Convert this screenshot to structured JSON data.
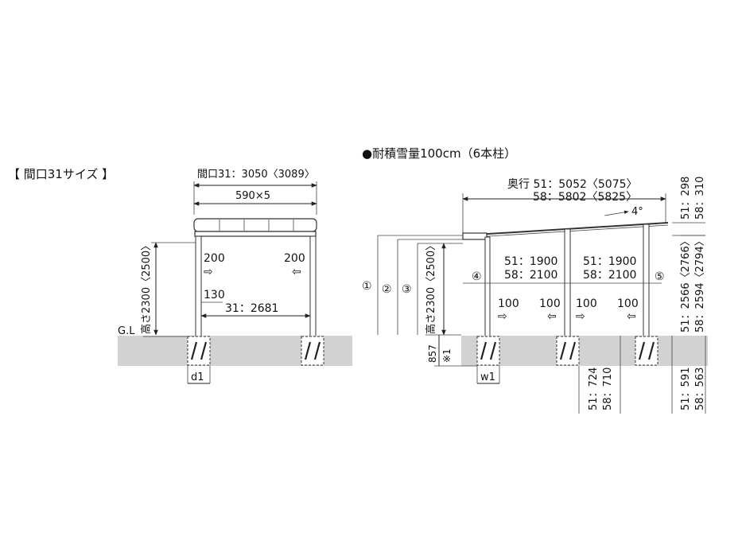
{
  "left": {
    "title": "【 間口31サイズ 】",
    "width_label": "間口31：3050〈3089〉",
    "module_label": "590×5",
    "height_label": "高さ2300〈2500〉",
    "arrow_left_label": "200",
    "arrow_right_label": "200",
    "post_offset_label": "130",
    "inner_width_label": "31：2681",
    "gl_label": "G.L",
    "foundation_label": "d1"
  },
  "right": {
    "title": "●耐積雪量100cm（6本柱）",
    "depth_label_1": "奥行 51：5052〈5075〉",
    "depth_label_2": "58：5802〈5825〉",
    "slope_label": "4°",
    "roof_rise_1": "51：298",
    "roof_rise_2": "58：310",
    "height_label": "高さ2300〈2500〉",
    "circle_1": "①",
    "circle_2": "②",
    "circle_3": "③",
    "circle_4": "④",
    "circle_5": "⑤",
    "span_a_1": "51：1900",
    "span_a_2": "58：2100",
    "span_b_1": "51：1900",
    "span_b_2": "58：2100",
    "arrow_labels": [
      "100",
      "100",
      "100",
      "100"
    ],
    "front_height_1": "51：2566〈2766〉",
    "front_height_2": "58：2594〈2794〉",
    "embed_label": "857",
    "note_label": "※1",
    "foundation_label": "w1",
    "post_spacing_1": "51：724",
    "post_spacing_2": "58：710",
    "rear_spacing_1": "51：591",
    "rear_spacing_2": "58：563"
  }
}
